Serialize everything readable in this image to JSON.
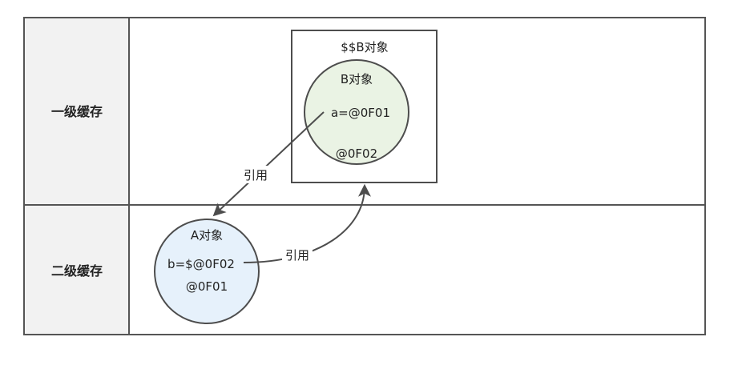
{
  "rows": {
    "level1_label": "一级缓存",
    "level2_label": "二级缓存"
  },
  "wrapper_box": {
    "title": "$$B对象"
  },
  "object_b": {
    "title": "B对象",
    "field": "a=@0F01",
    "address": "@0F02"
  },
  "object_a": {
    "title": "A对象",
    "field": "b=$@0F02",
    "address": "@0F01"
  },
  "edges": {
    "b_to_a_label": "引用",
    "a_to_wrapper_label": "引用"
  },
  "colors": {
    "grid_line": "#555555",
    "header_fill": "#f2f2f2",
    "object_b_fill": "#eaf3e4",
    "object_a_fill": "#e6f1fb",
    "object_stroke": "#4d4d4d",
    "arrow": "#4d4d4d"
  }
}
